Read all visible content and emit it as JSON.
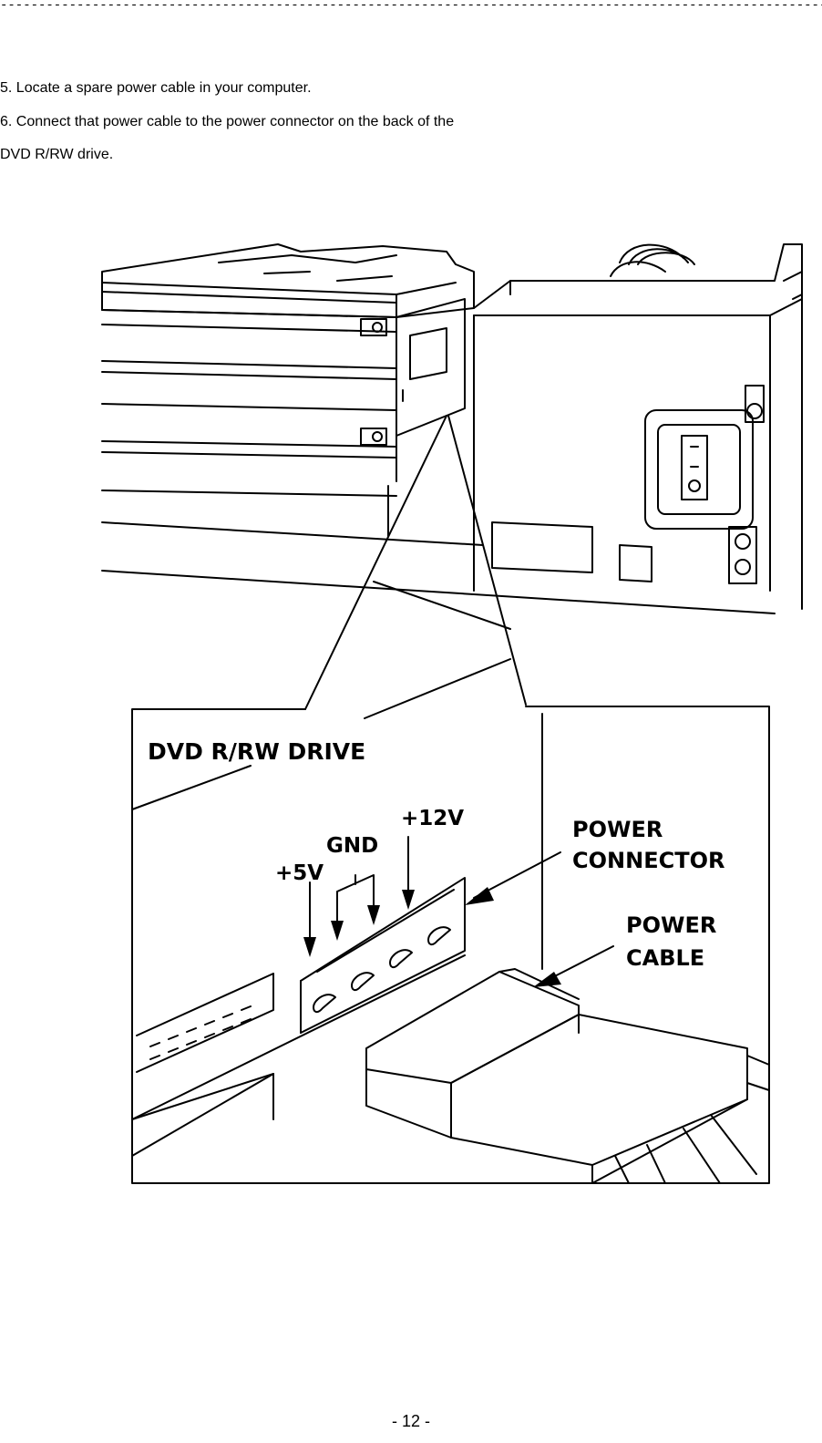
{
  "header": {
    "rule": "------------------------------------------------------------------------------------------------------------------------"
  },
  "steps": {
    "step5": "5. Locate a spare power cable in your computer.",
    "step6_line1": "6. Connect that power cable to the power connector on the back of the",
    "step6_line2": "DVD R/RW drive."
  },
  "figure": {
    "drive_label": "DVD R/RW DRIVE",
    "pin_5v": "+5V",
    "pin_gnd": "GND",
    "pin_12v": "+12V",
    "power_connector_line1": "POWER",
    "power_connector_line2": "CONNECTOR",
    "power_cable_line1": "POWER",
    "power_cable_line2": "CABLE"
  },
  "footer": {
    "page_number": "- 12 -"
  }
}
